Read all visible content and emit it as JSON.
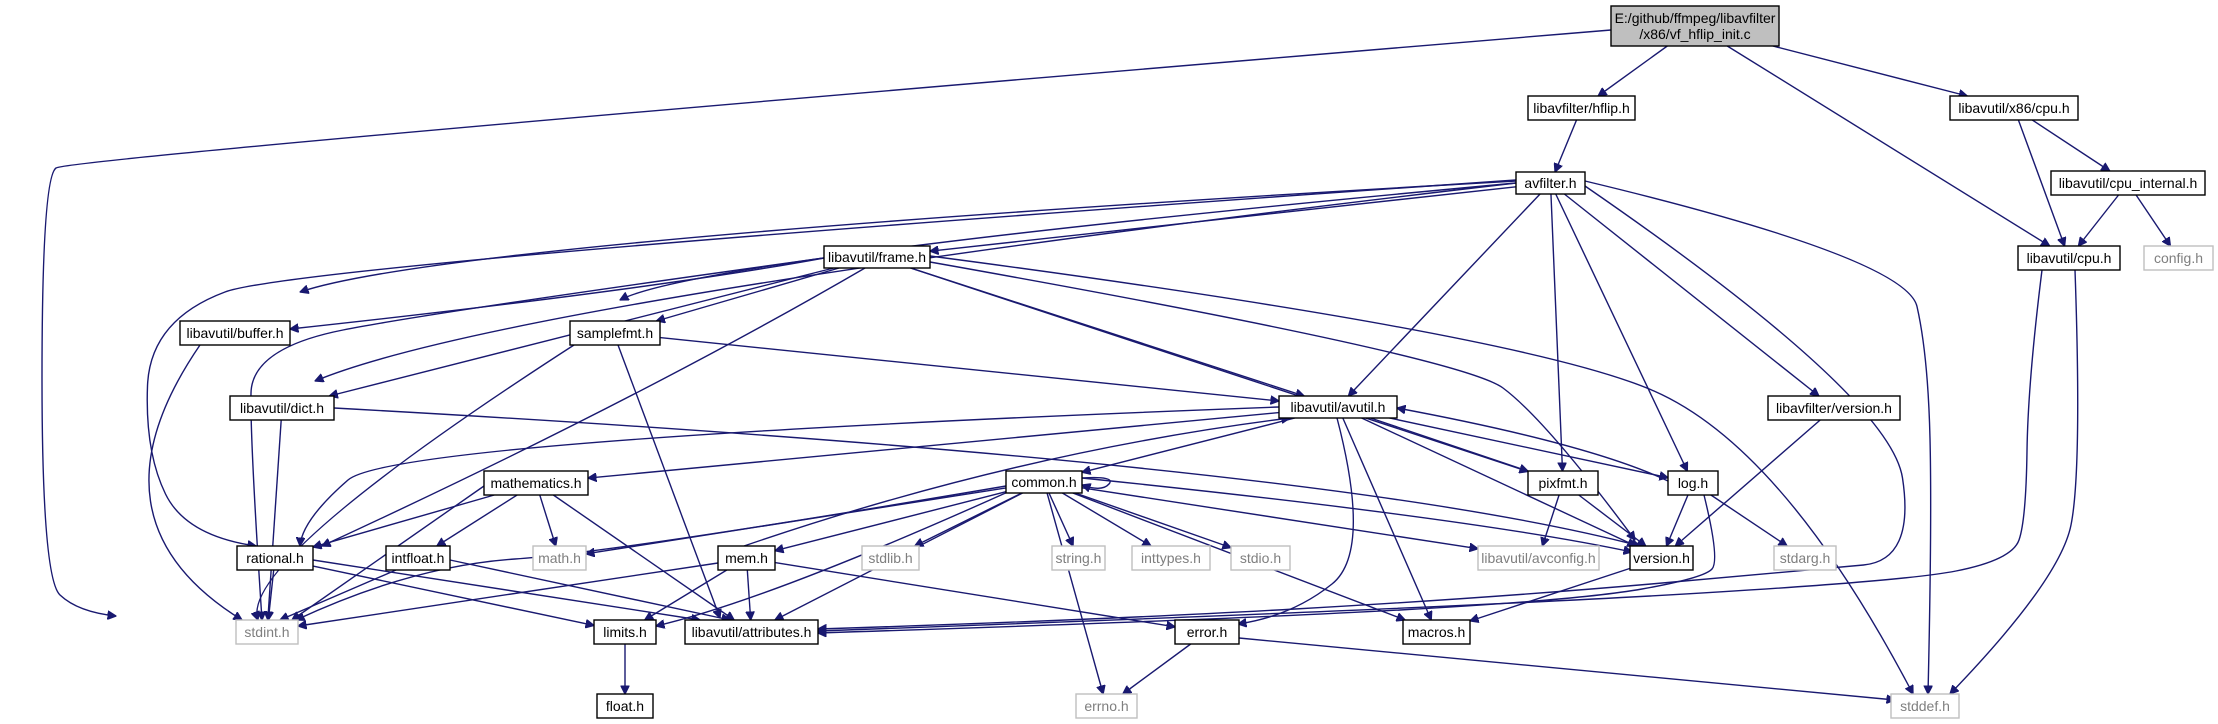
{
  "colors": {
    "edge": "#191970",
    "root_fill": "#bfbfbf",
    "system_text": "#7f7f7f"
  },
  "nodes": [
    {
      "id": "root",
      "label": [
        "E:/github/ffmpeg/libavfilter",
        "/x86/vf_hflip_init.c"
      ],
      "kind": "root"
    },
    {
      "id": "hflip",
      "label": [
        "libavfilter/hflip.h"
      ],
      "kind": "normal"
    },
    {
      "id": "x86cpu",
      "label": [
        "libavutil/x86/cpu.h"
      ],
      "kind": "normal"
    },
    {
      "id": "avfilter",
      "label": [
        "avfilter.h"
      ],
      "kind": "normal"
    },
    {
      "id": "cpuint",
      "label": [
        "libavutil/cpu_internal.h"
      ],
      "kind": "normal"
    },
    {
      "id": "config",
      "label": [
        "config.h"
      ],
      "kind": "system"
    },
    {
      "id": "cpu",
      "label": [
        "libavutil/cpu.h"
      ],
      "kind": "normal"
    },
    {
      "id": "frame",
      "label": [
        "libavutil/frame.h"
      ],
      "kind": "normal"
    },
    {
      "id": "buffer",
      "label": [
        "libavutil/buffer.h"
      ],
      "kind": "normal"
    },
    {
      "id": "samplefmt",
      "label": [
        "samplefmt.h"
      ],
      "kind": "normal"
    },
    {
      "id": "dict",
      "label": [
        "libavutil/dict.h"
      ],
      "kind": "normal"
    },
    {
      "id": "avutil",
      "label": [
        "libavutil/avutil.h"
      ],
      "kind": "normal"
    },
    {
      "id": "lfversion",
      "label": [
        "libavfilter/version.h"
      ],
      "kind": "normal"
    },
    {
      "id": "math",
      "label": [
        "mathematics.h"
      ],
      "kind": "normal"
    },
    {
      "id": "common",
      "label": [
        "common.h"
      ],
      "kind": "normal"
    },
    {
      "id": "pixfmt",
      "label": [
        "pixfmt.h"
      ],
      "kind": "normal"
    },
    {
      "id": "log",
      "label": [
        "log.h"
      ],
      "kind": "normal"
    },
    {
      "id": "rational",
      "label": [
        "rational.h"
      ],
      "kind": "normal"
    },
    {
      "id": "intfloat",
      "label": [
        "intfloat.h"
      ],
      "kind": "normal"
    },
    {
      "id": "mathh",
      "label": [
        "math.h"
      ],
      "kind": "system"
    },
    {
      "id": "mem",
      "label": [
        "mem.h"
      ],
      "kind": "normal"
    },
    {
      "id": "stdlib",
      "label": [
        "stdlib.h"
      ],
      "kind": "system"
    },
    {
      "id": "string",
      "label": [
        "string.h"
      ],
      "kind": "system"
    },
    {
      "id": "inttypes",
      "label": [
        "inttypes.h"
      ],
      "kind": "system"
    },
    {
      "id": "stdio",
      "label": [
        "stdio.h"
      ],
      "kind": "system"
    },
    {
      "id": "avconfig",
      "label": [
        "libavutil/avconfig.h"
      ],
      "kind": "system"
    },
    {
      "id": "version",
      "label": [
        "version.h"
      ],
      "kind": "normal"
    },
    {
      "id": "stdarg",
      "label": [
        "stdarg.h"
      ],
      "kind": "system"
    },
    {
      "id": "stdint",
      "label": [
        "stdint.h"
      ],
      "kind": "system"
    },
    {
      "id": "limits",
      "label": [
        "limits.h"
      ],
      "kind": "normal"
    },
    {
      "id": "attributes",
      "label": [
        "libavutil/attributes.h"
      ],
      "kind": "normal"
    },
    {
      "id": "error",
      "label": [
        "error.h"
      ],
      "kind": "normal"
    },
    {
      "id": "macros",
      "label": [
        "macros.h"
      ],
      "kind": "normal"
    },
    {
      "id": "float",
      "label": [
        "float.h"
      ],
      "kind": "normal"
    },
    {
      "id": "errno",
      "label": [
        "errno.h"
      ],
      "kind": "system"
    },
    {
      "id": "stddef",
      "label": [
        "stddef.h"
      ],
      "kind": "system"
    }
  ],
  "edges": [
    [
      "root",
      "hflip"
    ],
    [
      "root",
      "x86cpu"
    ],
    [
      "root",
      "cpu"
    ],
    [
      "root",
      "attributes"
    ],
    [
      "hflip",
      "avfilter"
    ],
    [
      "x86cpu",
      "cpuint"
    ],
    [
      "x86cpu",
      "cpu"
    ],
    [
      "cpuint",
      "cpu"
    ],
    [
      "cpuint",
      "config"
    ],
    [
      "cpu",
      "attributes"
    ],
    [
      "cpu",
      "stddef"
    ],
    [
      "avfilter",
      "frame"
    ],
    [
      "avfilter",
      "buffer"
    ],
    [
      "avfilter",
      "samplefmt"
    ],
    [
      "avfilter",
      "dict"
    ],
    [
      "avfilter",
      "avutil"
    ],
    [
      "avfilter",
      "rational"
    ],
    [
      "avfilter",
      "pixfmt"
    ],
    [
      "avfilter",
      "log"
    ],
    [
      "avfilter",
      "lfversion"
    ],
    [
      "avfilter",
      "attributes"
    ],
    [
      "avfilter",
      "stddef"
    ],
    [
      "frame",
      "buffer"
    ],
    [
      "frame",
      "samplefmt"
    ],
    [
      "frame",
      "dict"
    ],
    [
      "frame",
      "avutil"
    ],
    [
      "frame",
      "rational"
    ],
    [
      "frame",
      "pixfmt"
    ],
    [
      "frame",
      "stdint"
    ],
    [
      "frame",
      "version"
    ],
    [
      "frame",
      "stddef"
    ],
    [
      "buffer",
      "stdint"
    ],
    [
      "samplefmt",
      "avutil"
    ],
    [
      "samplefmt",
      "attributes"
    ],
    [
      "samplefmt",
      "stdint"
    ],
    [
      "dict",
      "stdint"
    ],
    [
      "dict",
      "version"
    ],
    [
      "avutil",
      "math"
    ],
    [
      "avutil",
      "rational"
    ],
    [
      "avutil",
      "common"
    ],
    [
      "avutil",
      "pixfmt"
    ],
    [
      "avutil",
      "log"
    ],
    [
      "avutil",
      "version"
    ],
    [
      "avutil",
      "macros"
    ],
    [
      "avutil",
      "error"
    ],
    [
      "lfversion",
      "version"
    ],
    [
      "math",
      "rational"
    ],
    [
      "math",
      "intfloat"
    ],
    [
      "math",
      "mathh"
    ],
    [
      "math",
      "stdint"
    ],
    [
      "math",
      "attributes"
    ],
    [
      "common",
      "mathh"
    ],
    [
      "common",
      "mem"
    ],
    [
      "common",
      "stdlib"
    ],
    [
      "common",
      "string"
    ],
    [
      "common",
      "inttypes"
    ],
    [
      "common",
      "stdio"
    ],
    [
      "common",
      "avconfig"
    ],
    [
      "common",
      "version"
    ],
    [
      "common",
      "limits"
    ],
    [
      "common",
      "stdint"
    ],
    [
      "common",
      "attributes"
    ],
    [
      "common",
      "errno"
    ],
    [
      "common",
      "macros"
    ],
    [
      "common",
      "common"
    ],
    [
      "pixfmt",
      "avconfig"
    ],
    [
      "pixfmt",
      "version"
    ],
    [
      "log",
      "avutil"
    ],
    [
      "log",
      "version"
    ],
    [
      "log",
      "stdarg"
    ],
    [
      "log",
      "attributes"
    ],
    [
      "rational",
      "stdint"
    ],
    [
      "rational",
      "limits"
    ],
    [
      "rational",
      "attributes"
    ],
    [
      "intfloat",
      "stdint"
    ],
    [
      "intfloat",
      "attributes"
    ],
    [
      "mem",
      "avutil"
    ],
    [
      "mem",
      "error"
    ],
    [
      "mem",
      "limits"
    ],
    [
      "mem",
      "stdint"
    ],
    [
      "mem",
      "attributes"
    ],
    [
      "version",
      "macros"
    ],
    [
      "error",
      "errno"
    ],
    [
      "error",
      "stddef"
    ],
    [
      "limits",
      "float"
    ]
  ]
}
